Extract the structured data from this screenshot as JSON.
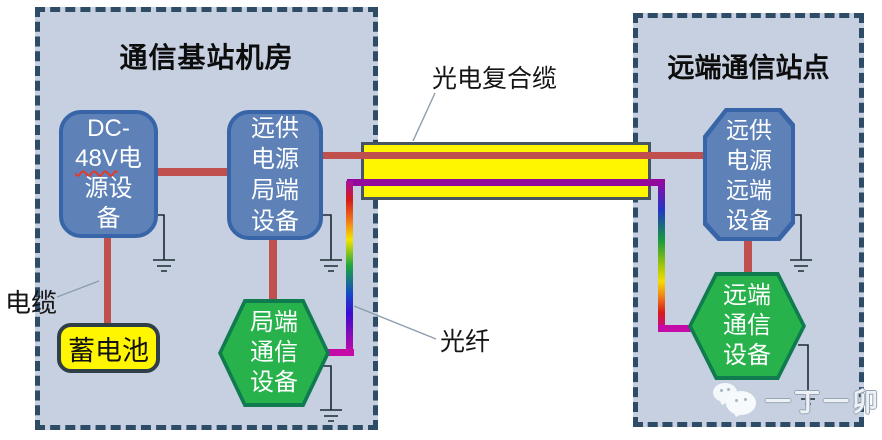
{
  "left_panel": {
    "title": "通信基站机房"
  },
  "right_panel": {
    "title": "远端通信站点"
  },
  "nodes": {
    "dc_power": {
      "line1": "DC-",
      "line2_spell": "48V",
      "line2_rest": "电",
      "line3": "源设",
      "line4": "备"
    },
    "feed_local": {
      "lines": [
        "远供",
        "电源",
        "局端",
        "设备"
      ]
    },
    "feed_remote": {
      "lines": [
        "远供",
        "电源",
        "远端",
        "设备"
      ]
    },
    "battery": {
      "label": "蓄电池"
    },
    "hex_local": {
      "lines": [
        "局端",
        "通信",
        "设备"
      ]
    },
    "hex_remote": {
      "lines": [
        "远端",
        "通信",
        "设备"
      ]
    }
  },
  "labels": {
    "cable": "电缆",
    "composite_cable": "光电复合缆",
    "fiber": "光纤"
  },
  "watermark": {
    "text": "一丁一卯"
  },
  "colors": {
    "panel_fill": "#C6D0E0",
    "panel_border": "#2F4C66",
    "node_blue": "#5E82B8",
    "node_blue_border": "#3765A8",
    "hex_green": "#27B24B",
    "hex_green_border": "#0F7B4F",
    "power_red": "#C0504D",
    "fiber_purple": "#93099B",
    "fiber_magenta": "#C40BA8",
    "cable_yellow": "#FFF600",
    "cable_border": "#46555F"
  }
}
